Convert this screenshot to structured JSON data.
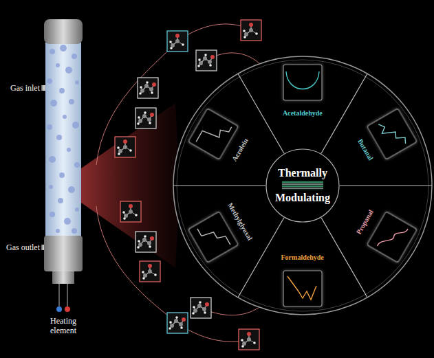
{
  "diagram": {
    "nodes": [
      {
        "text": [
          "Acetaldehyde"
        ]
      },
      {
        "text": [
          "Butanal"
        ]
      },
      {
        "text": [
          "Propanal"
        ]
      },
      {
        "text": [
          "Formaldehyde"
        ]
      },
      {
        "text": [
          "Methylglyoxal"
        ]
      },
      {
        "text": [
          "Acrolein"
        ]
      },
      {
        "text": [
          "Thermally",
          "Modulating"
        ]
      }
    ],
    "labels": [
      "Gas inlet",
      "Gas outlet",
      "Heating element"
    ]
  }
}
